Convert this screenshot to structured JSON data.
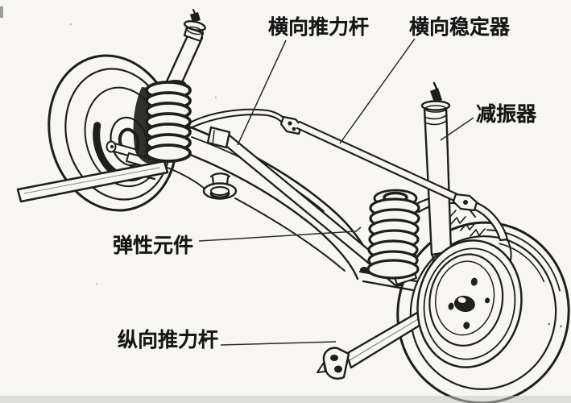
{
  "diagram": {
    "labels": {
      "transverse_thrust_rod": "横向推力杆",
      "transverse_stabilizer": "横向稳定器",
      "shock_absorber": "减振器",
      "elastic_element": "弹性元件",
      "longitudinal_thrust_rod": "纵向推力杆"
    },
    "colors": {
      "ink": "#1e1e1e",
      "background": "#f7f6f3",
      "scan_band": "#c7c6c2"
    }
  }
}
